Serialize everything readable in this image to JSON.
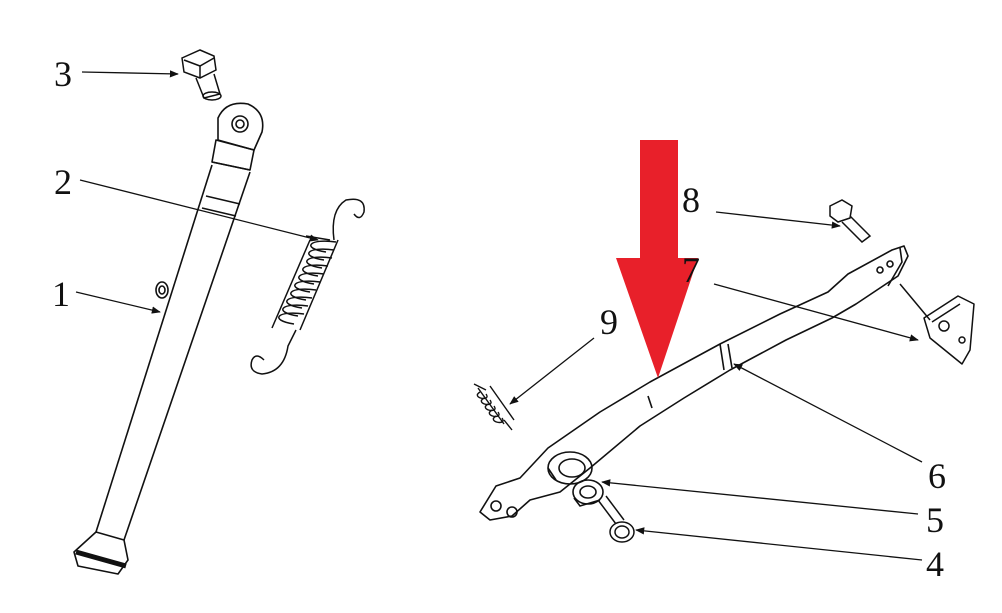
{
  "callouts": {
    "c1": "1",
    "c2": "2",
    "c3": "3",
    "c4": "4",
    "c5": "5",
    "c6": "6",
    "c7": "7",
    "c8": "8",
    "c9": "9"
  },
  "colors": {
    "line": "#111111",
    "highlight_arrow": "#e8202a",
    "background": "#ffffff"
  }
}
